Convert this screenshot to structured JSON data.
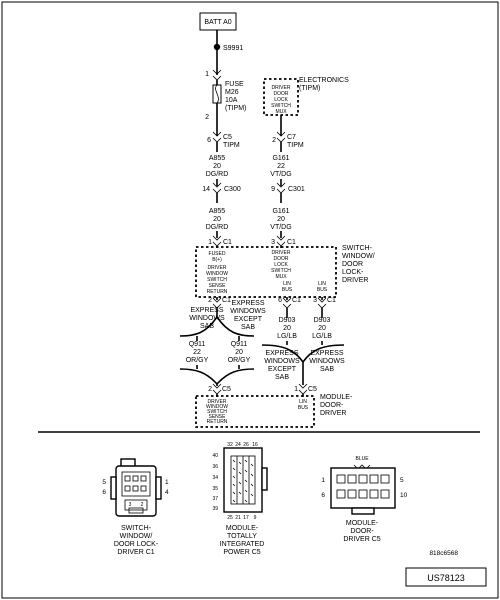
{
  "battery": {
    "label": "BATT A0"
  },
  "splice": {
    "label": "S9991"
  },
  "fuse": {
    "pin_top": "1",
    "pin_bottom": "2",
    "label_1": "FUSE",
    "label_2": "M26",
    "label_3": "10A",
    "label_4": "(TIPM)"
  },
  "electronics": {
    "label_1": "ELECTRONICS",
    "label_2": "(TIPM)",
    "box_1": "DRIVER",
    "box_2": "DOOR",
    "box_3": "LOCK",
    "box_4": "SWITCH",
    "box_5": "MUX"
  },
  "connector_c5_tipm": {
    "pin": "6",
    "name": "C5",
    "location": "TIPM"
  },
  "connector_c7_tipm": {
    "pin": "2",
    "name": "C7",
    "location": "TIPM"
  },
  "wire_a855_top": {
    "circuit": "A855",
    "gauge": "20",
    "color": "DG/RD"
  },
  "wire_g161_top": {
    "circuit": "G161",
    "gauge": "22",
    "color": "VT/DG"
  },
  "connector_c300": {
    "pin": "14",
    "name": "C300"
  },
  "connector_c301": {
    "pin": "9",
    "name": "C301"
  },
  "wire_a855_bottom": {
    "circuit": "A855",
    "gauge": "20",
    "color": "DG/RD"
  },
  "wire_g161_bottom": {
    "circuit": "G161",
    "gauge": "20",
    "color": "VT/DG"
  },
  "switch_c1_top_left": {
    "pin": "1",
    "name": "C1"
  },
  "switch_c1_top_right": {
    "pin": "3",
    "name": "C1"
  },
  "switch_module": {
    "label_1": "SWITCH-",
    "label_2": "WINDOW/",
    "label_3": "DOOR",
    "label_4": "LOCK-",
    "label_5": "DRIVER",
    "fused_1": "FUSED",
    "fused_2": "B(+)",
    "mux_1": "DRIVER",
    "mux_2": "DOOR",
    "mux_3": "LOCK",
    "mux_4": "SWITCH",
    "mux_5": "MUX",
    "sense_1": "DRIVER",
    "sense_2": "WINDOW",
    "sense_3": "SWITCH",
    "sense_4": "SENSE",
    "sense_5": "RETURN",
    "lin_a_1": "LIN",
    "lin_a_2": "BUS",
    "lin_b_1": "LIN",
    "lin_b_2": "BUS"
  },
  "switch_c1_bottom": [
    {
      "pin": "2",
      "name": "C1"
    },
    {
      "pin": "6",
      "name": "C1"
    },
    {
      "pin": "3",
      "name": "C1"
    }
  ],
  "branch_left": {
    "a_1": "EXPRESS",
    "a_2": "WINDOWS",
    "a_3": "SAB",
    "b_1": "EXPRESS",
    "b_2": "WINDOWS",
    "b_3": "EXCEPT",
    "b_4": "SAB"
  },
  "branch_right": {
    "a_1": "EXPRESS",
    "a_2": "WINDOWS",
    "a_3": "EXCEPT",
    "a_4": "SAB",
    "b_1": "EXPRESS",
    "b_2": "WINDOWS",
    "b_3": "SAB"
  },
  "wires_q911": [
    {
      "circuit": "Q911",
      "gauge": "22",
      "color": "OR/GY"
    },
    {
      "circuit": "Q911",
      "gauge": "20",
      "color": "OR/GY"
    }
  ],
  "wires_d903": [
    {
      "circuit": "D903",
      "gauge": "20",
      "color": "LG/LB"
    },
    {
      "circuit": "D903",
      "gauge": "20",
      "color": "LG/LB"
    }
  ],
  "module_c5_left": {
    "pin": "2",
    "name": "C5"
  },
  "module_c5_right": {
    "pin": "1",
    "name": "C5"
  },
  "door_module": {
    "label_1": "MODULE-",
    "label_2": "DOOR-",
    "label_3": "DRIVER",
    "box_1": "DRIVER",
    "box_2": "WINDOW",
    "box_3": "SWITCH",
    "box_4": "SENSE",
    "box_5": "RETURN",
    "lin_1": "LIN",
    "lin_2": "BUS"
  },
  "connector_views": [
    {
      "label_1": "SWITCH-",
      "label_2": "WINDOW/",
      "label_3": "DOOR LOCK-",
      "label_4": "DRIVER C1",
      "pins": [
        "5",
        "6",
        "1",
        "4",
        "3",
        "2"
      ]
    },
    {
      "label_1": "MODULE-",
      "label_2": "TOTALLY",
      "label_3": "INTEGRATED",
      "label_4": "POWER C5",
      "pins_top": [
        "32",
        "24",
        "26",
        "16"
      ],
      "pins_bottom": [
        "25",
        "21",
        "17",
        "9"
      ],
      "pins_left": [
        "40",
        "36",
        "34",
        "35",
        "37",
        "39"
      ]
    },
    {
      "label_1": "MODULE-",
      "label_2": "DOOR-",
      "label_3": "DRIVER C5",
      "color": "BLUE",
      "pins": [
        "1",
        "6",
        "5",
        "10"
      ]
    }
  ],
  "figure_id": "818c6568",
  "doc_id": "US78123"
}
